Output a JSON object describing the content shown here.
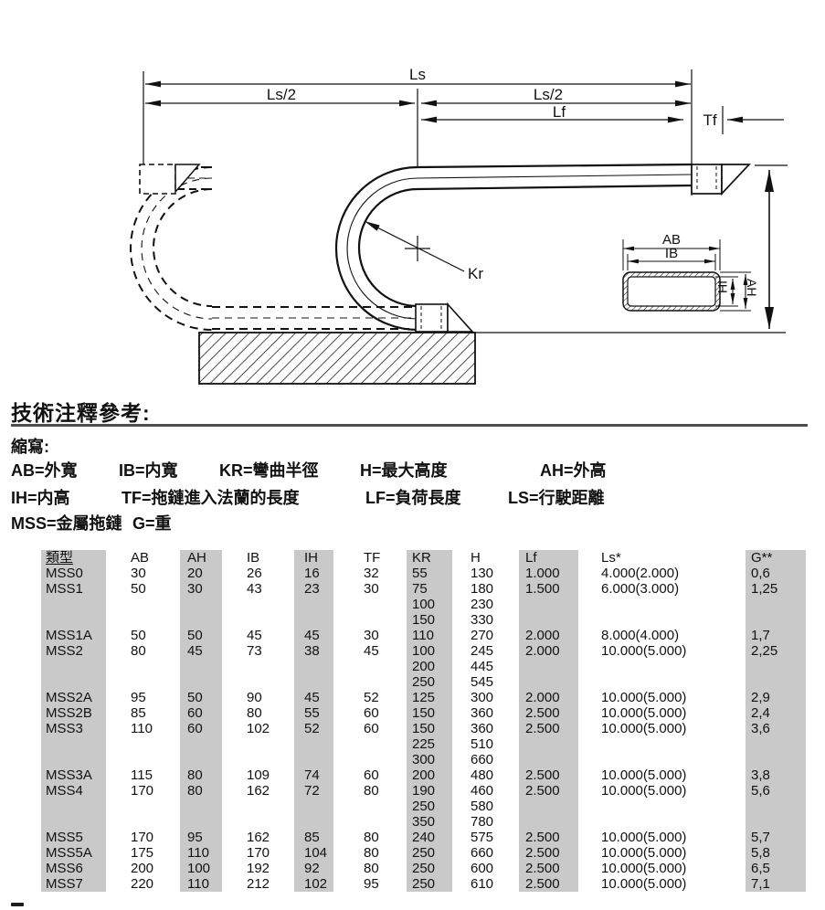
{
  "diagram": {
    "labels": {
      "ls": "Ls",
      "ls2_left": "Ls/2",
      "ls2_right": "Ls/2",
      "lf": "Lf",
      "tf": "Tf",
      "kr": "Kr",
      "ab": "AB",
      "ib": "IB",
      "ih": "IH",
      "ah": "AH"
    }
  },
  "notes": {
    "heading": "技術注釋參考:",
    "abbr_title": "縮寫:",
    "line1": [
      "AB=外寬",
      "IB=内寬",
      "KR=彎曲半徑",
      "H=最大高度",
      "AH=外高"
    ],
    "line2": [
      "IH=内高",
      "TF=拖鏈進入法蘭的長度",
      "LF=負荷長度",
      "LS=行駛距離"
    ],
    "line3": [
      "MSS=金屬拖鏈",
      "G=重"
    ]
  },
  "table": {
    "headers": [
      "類型",
      "AB",
      "AH",
      "IB",
      "IH",
      "TF",
      "KR",
      "H",
      "Lf",
      "Ls*",
      "G**"
    ],
    "rows": [
      [
        "MSS0",
        "30",
        "20",
        "26",
        "16",
        "32",
        "55",
        "130",
        "1.000",
        "4.000(2.000)",
        "0,6"
      ],
      [
        "MSS1",
        "50",
        "30",
        "43",
        "23",
        "30",
        "75",
        "180",
        "1.500",
        "6.000(3.000)",
        "1,25"
      ],
      [
        "",
        "",
        "",
        "",
        "",
        "",
        "100",
        "230",
        "",
        "",
        ""
      ],
      [
        "",
        "",
        "",
        "",
        "",
        "",
        "150",
        "330",
        "",
        "",
        ""
      ],
      [
        "MSS1A",
        "50",
        "50",
        "45",
        "45",
        "30",
        "110",
        "270",
        "2.000",
        "8.000(4.000)",
        "1,7"
      ],
      [
        "MSS2",
        "80",
        "45",
        "73",
        "38",
        "45",
        "100",
        "245",
        "2.000",
        "10.000(5.000)",
        "2,25"
      ],
      [
        "",
        "",
        "",
        "",
        "",
        "",
        "200",
        "445",
        "",
        "",
        ""
      ],
      [
        "",
        "",
        "",
        "",
        "",
        "",
        "250",
        "545",
        "",
        "",
        ""
      ],
      [
        "MSS2A",
        "95",
        "50",
        "90",
        "45",
        "52",
        "125",
        "300",
        "2.000",
        "10.000(5.000)",
        "2,9"
      ],
      [
        "MSS2B",
        "85",
        "60",
        "80",
        "55",
        "60",
        "150",
        "360",
        "2.500",
        "10.000(5.000)",
        "2,4"
      ],
      [
        "MSS3",
        "110",
        "60",
        "102",
        "52",
        "60",
        "150",
        "360",
        "2.500",
        "10.000(5.000)",
        "3,6"
      ],
      [
        "",
        "",
        "",
        "",
        "",
        "",
        "225",
        "510",
        "",
        "",
        ""
      ],
      [
        "",
        "",
        "",
        "",
        "",
        "",
        "300",
        "660",
        "",
        "",
        ""
      ],
      [
        "MSS3A",
        "115",
        "80",
        "109",
        "74",
        "60",
        "200",
        "480",
        "2.500",
        "10.000(5.000)",
        "3,8"
      ],
      [
        "MSS4",
        "170",
        "80",
        "162",
        "72",
        "80",
        "190",
        "460",
        "2.500",
        "10.000(5.000)",
        "5,6"
      ],
      [
        "",
        "",
        "",
        "",
        "",
        "",
        "250",
        "580",
        "",
        "",
        ""
      ],
      [
        "",
        "",
        "",
        "",
        "",
        "",
        "350",
        "780",
        "",
        "",
        ""
      ],
      [
        "MSS5",
        "170",
        "95",
        "162",
        "85",
        "80",
        "240",
        "575",
        "2.500",
        "10.000(5.000)",
        "5,7"
      ],
      [
        "MSS5A",
        "175",
        "110",
        "170",
        "104",
        "80",
        "250",
        "660",
        "2.500",
        "10.000(5.000)",
        "5,8"
      ],
      [
        "MSS6",
        "200",
        "100",
        "192",
        "92",
        "80",
        "250",
        "600",
        "2.500",
        "10.000(5.000)",
        "6,5"
      ],
      [
        "MSS7",
        "220",
        "110",
        "212",
        "102",
        "95",
        "250",
        "610",
        "2.500",
        "10.000(5.000)",
        "7,1"
      ]
    ],
    "shaded_columns": [
      0,
      2,
      4,
      6,
      8,
      10
    ],
    "shade_color": "#c9c9c9"
  }
}
